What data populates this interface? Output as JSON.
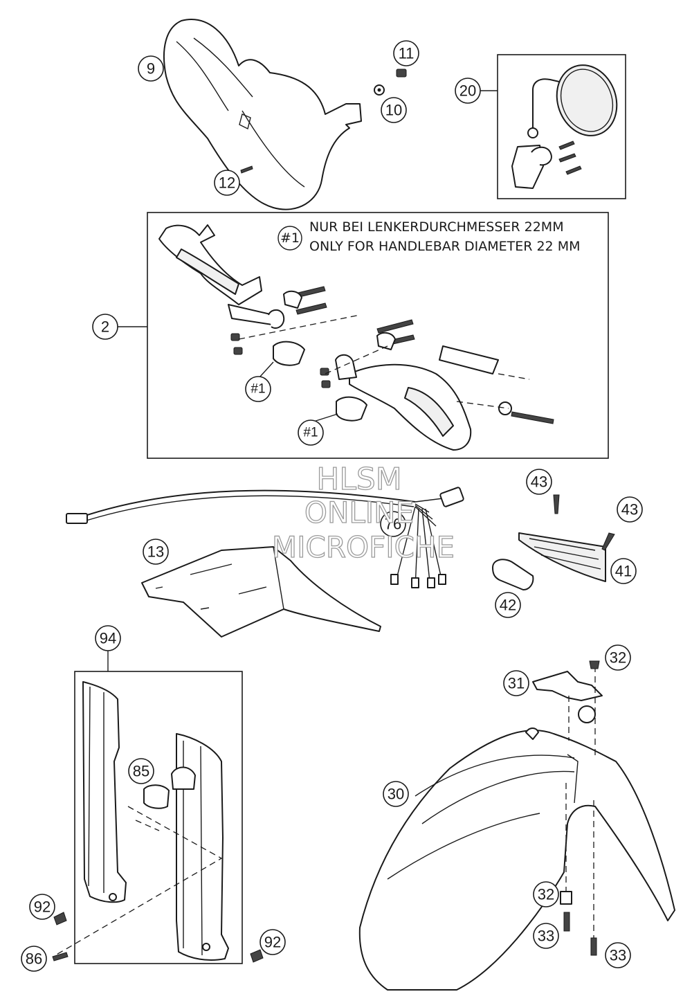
{
  "note": {
    "marker": "#1",
    "line1": "NUR BEI LENKERDURCHMESSER 22MM",
    "line2": "ONLY FOR HANDLEBAR DIAMETER 22 MM"
  },
  "watermark": {
    "line1": "HLSM",
    "line2": "ONLINE",
    "line3": "MICROFICHE"
  },
  "callouts": [
    {
      "id": "c-9",
      "label": "9"
    },
    {
      "id": "c-11",
      "label": "11"
    },
    {
      "id": "c-10",
      "label": "10"
    },
    {
      "id": "c-12",
      "label": "12"
    },
    {
      "id": "c-20",
      "label": "20"
    },
    {
      "id": "c-2",
      "label": "2"
    },
    {
      "id": "c-h1a",
      "label": "#1"
    },
    {
      "id": "c-h1b",
      "label": "#1"
    },
    {
      "id": "c-76",
      "label": "76"
    },
    {
      "id": "c-43a",
      "label": "43"
    },
    {
      "id": "c-43b",
      "label": "43"
    },
    {
      "id": "c-13",
      "label": "13"
    },
    {
      "id": "c-41",
      "label": "41"
    },
    {
      "id": "c-42",
      "label": "42"
    },
    {
      "id": "c-94",
      "label": "94"
    },
    {
      "id": "c-32a",
      "label": "32"
    },
    {
      "id": "c-31",
      "label": "31"
    },
    {
      "id": "c-85",
      "label": "85"
    },
    {
      "id": "c-30",
      "label": "30"
    },
    {
      "id": "c-32b",
      "label": "32"
    },
    {
      "id": "c-33a",
      "label": "33"
    },
    {
      "id": "c-33b",
      "label": "33"
    },
    {
      "id": "c-92a",
      "label": "92"
    },
    {
      "id": "c-92b",
      "label": "92"
    },
    {
      "id": "c-86",
      "label": "86"
    }
  ]
}
